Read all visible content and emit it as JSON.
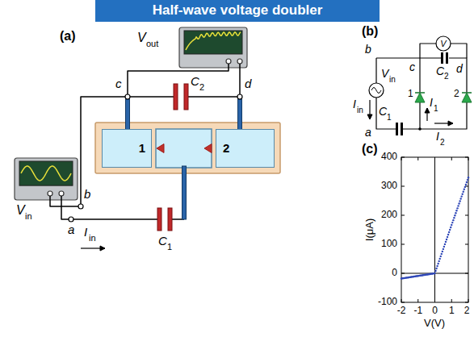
{
  "diagram": {
    "title": "Half-wave voltage doubler",
    "nodes": [
      {
        "text": [
          "1"
        ]
      },
      {
        "text": [
          "2"
        ]
      },
      {
        "text": [
          "V"
        ]
      }
    ],
    "labels": [
      "(a)",
      "V",
      "out",
      "c",
      "d",
      "C",
      "2",
      "b",
      "a",
      "V",
      "in",
      "I",
      "in",
      "C",
      "1",
      "(b)",
      "b",
      "c",
      "d",
      "V",
      "in",
      "I",
      "in",
      "C",
      "2",
      "C",
      "1",
      "I",
      "1",
      "I",
      "2",
      "a",
      "1",
      "2",
      "(c)",
      "400",
      "300",
      "200",
      "100",
      "0",
      "-100",
      "-2",
      "-1",
      "0",
      "1",
      "2",
      "I(μA)",
      "V(V)"
    ]
  }
}
